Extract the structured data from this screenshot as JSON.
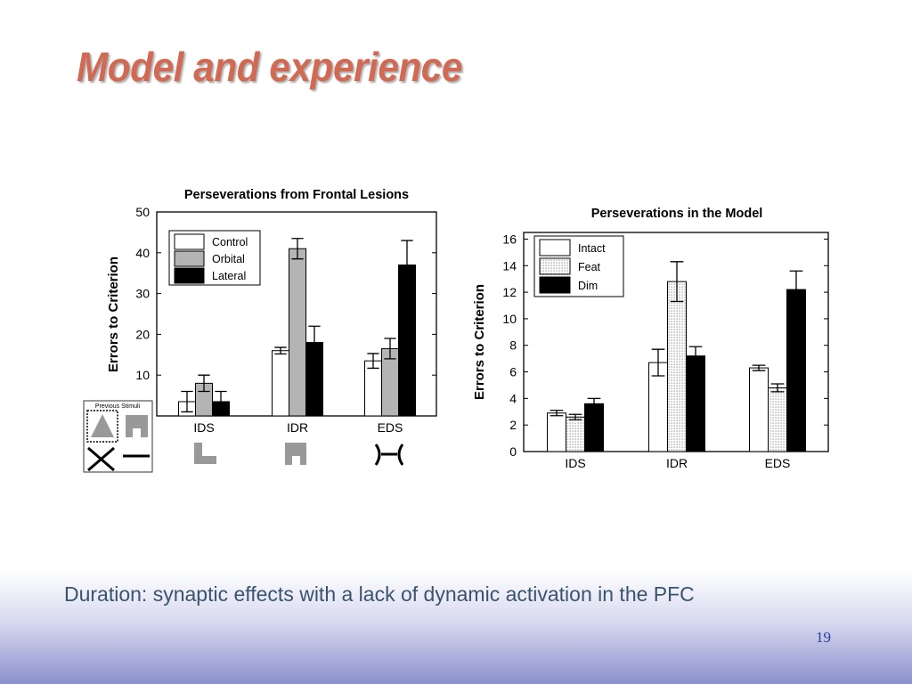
{
  "slide": {
    "title": "Model and experience",
    "caption": "Duration: synaptic effects with a lack of dynamic activation in the PFC",
    "page_number": "19"
  },
  "colors": {
    "title": "#d06a55",
    "caption": "#3a5470",
    "page_number": "#2a3fa0",
    "stimulus_gray": "#999999"
  },
  "stimuli": {
    "box_label": "Previous Stimuli",
    "icons": [
      "triangle-icon",
      "notched-square-icon",
      "cross-icon",
      "line-icon",
      "l-shape-icon",
      "notched-square-icon",
      "hourglass-icon"
    ]
  },
  "chart_data": [
    {
      "type": "bar",
      "title": "Perseverations from Frontal Lesions",
      "xlabel": "",
      "ylabel": "Errors to Criterion",
      "categories": [
        "IDS",
        "IDR",
        "EDS"
      ],
      "ylim": [
        0,
        50
      ],
      "yticks": [
        "10",
        "20",
        "30",
        "40",
        "50"
      ],
      "grid": false,
      "legend": "top-left",
      "series": [
        {
          "name": "Control",
          "fill": "#ffffff",
          "pattern": "solid",
          "values": [
            3.5,
            16,
            13.5
          ],
          "errors": [
            2.5,
            0.8,
            1.8
          ]
        },
        {
          "name": "Orbital",
          "fill": "#b4b4b4",
          "pattern": "solid",
          "values": [
            8,
            41,
            16.5
          ],
          "errors": [
            2,
            2.5,
            2.5
          ]
        },
        {
          "name": "Lateral",
          "fill": "#000000",
          "pattern": "solid",
          "values": [
            3.5,
            18,
            37
          ],
          "errors": [
            2.5,
            4,
            6
          ]
        }
      ]
    },
    {
      "type": "bar",
      "title": "Perseverations in the Model",
      "xlabel": "",
      "ylabel": "Errors to Criterion",
      "categories": [
        "IDS",
        "IDR",
        "EDS"
      ],
      "ylim": [
        0,
        16.5
      ],
      "yticks": [
        "0",
        "2",
        "4",
        "6",
        "8",
        "10",
        "12",
        "14",
        "16"
      ],
      "grid": false,
      "legend": "top-left",
      "series": [
        {
          "name": "Intact",
          "fill": "#ffffff",
          "pattern": "solid",
          "values": [
            2.9,
            6.7,
            6.3
          ],
          "errors": [
            0.2,
            1.0,
            0.2
          ]
        },
        {
          "name": "Feat",
          "fill": "#ffffff",
          "pattern": "dots",
          "values": [
            2.6,
            12.8,
            4.8
          ],
          "errors": [
            0.2,
            1.5,
            0.3
          ]
        },
        {
          "name": "Dim",
          "fill": "#000000",
          "pattern": "solid",
          "values": [
            3.6,
            7.2,
            12.2
          ],
          "errors": [
            0.4,
            0.7,
            1.4
          ]
        }
      ]
    }
  ]
}
